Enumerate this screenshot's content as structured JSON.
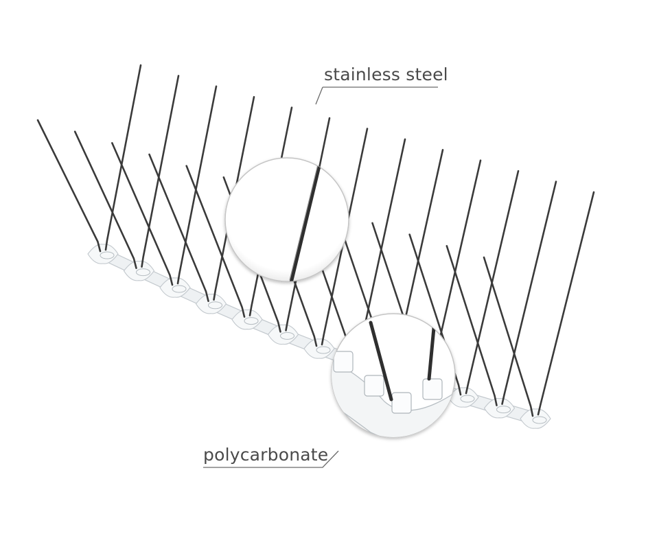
{
  "labels": {
    "stainless_steel": "stainless steel",
    "polycarbonate": "polycarbonate"
  },
  "colors": {
    "spike": "#3a3a3a",
    "spike_highlight": "#8a8a8a",
    "base_fill": "#eef1f3",
    "base_stroke": "#c2c8cd",
    "callout_line": "#6a6a6a",
    "label_text": "#4a4a4a",
    "lens_border": "#bdbdbd",
    "background": "#ffffff"
  },
  "components": [
    {
      "name": "spike",
      "material_label": "stainless_steel"
    },
    {
      "name": "base-strip",
      "material_label": "polycarbonate"
    }
  ]
}
